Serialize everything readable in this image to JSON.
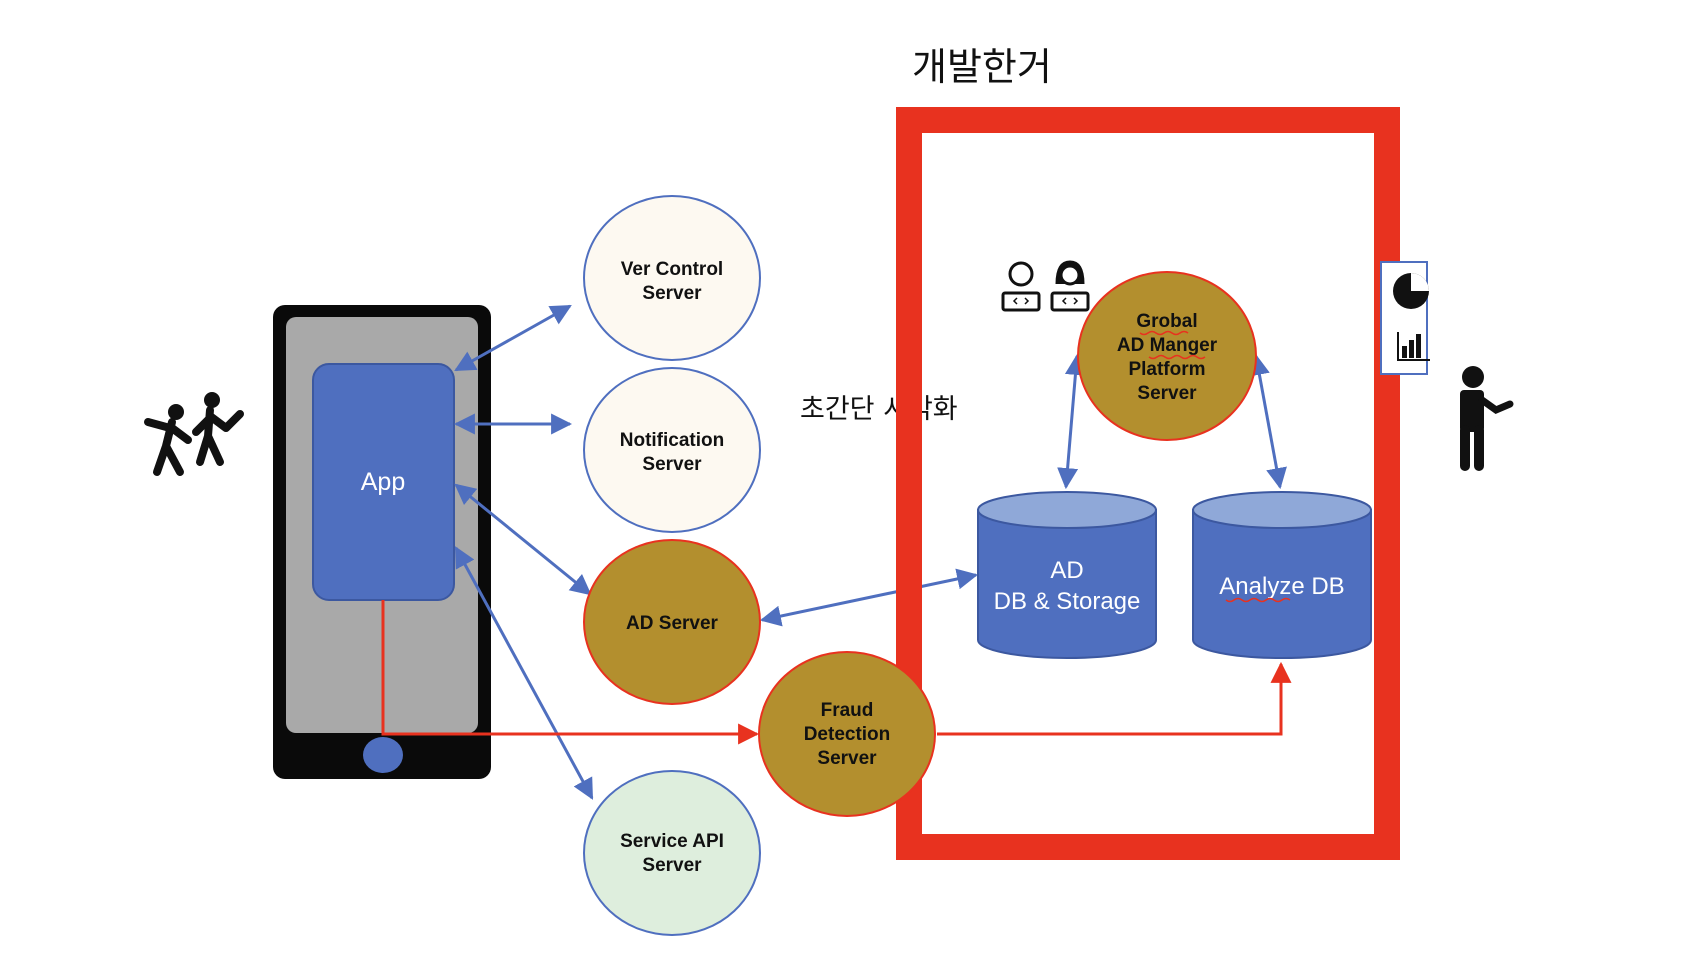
{
  "title": "개발한거",
  "annotation": "초간단 시각화",
  "app": {
    "label": "App"
  },
  "servers": {
    "ver_control": [
      "Ver Control",
      "Server"
    ],
    "notification": [
      "Notification",
      "Server"
    ],
    "ad": [
      "AD Server"
    ],
    "fraud": [
      "Fraud",
      "Detection",
      "Server"
    ],
    "service_api": [
      "Service API",
      "Server"
    ],
    "global_ad": [
      "Grobal",
      "AD Manger",
      "Platform",
      "Server"
    ]
  },
  "databases": {
    "ad_db": [
      "AD",
      "DB & Storage"
    ],
    "analyze_db": [
      "Analyze DB"
    ]
  },
  "colors": {
    "highlight": "#e8321f",
    "node_blue": "#4f6fbf",
    "db_top": "#8fa8d8",
    "gold": "#b38f2e",
    "cream": "#fdf9f1",
    "mint": "#deeedd",
    "phone_gray": "#a9a9a9",
    "edge_blue": "#4f6fbf",
    "edge_red": "#e8321f"
  },
  "icons": [
    "dancing-people-icon",
    "developer-icon",
    "developer-female-icon",
    "pie-chart-icon",
    "bar-chart-icon",
    "presenter-icon"
  ]
}
